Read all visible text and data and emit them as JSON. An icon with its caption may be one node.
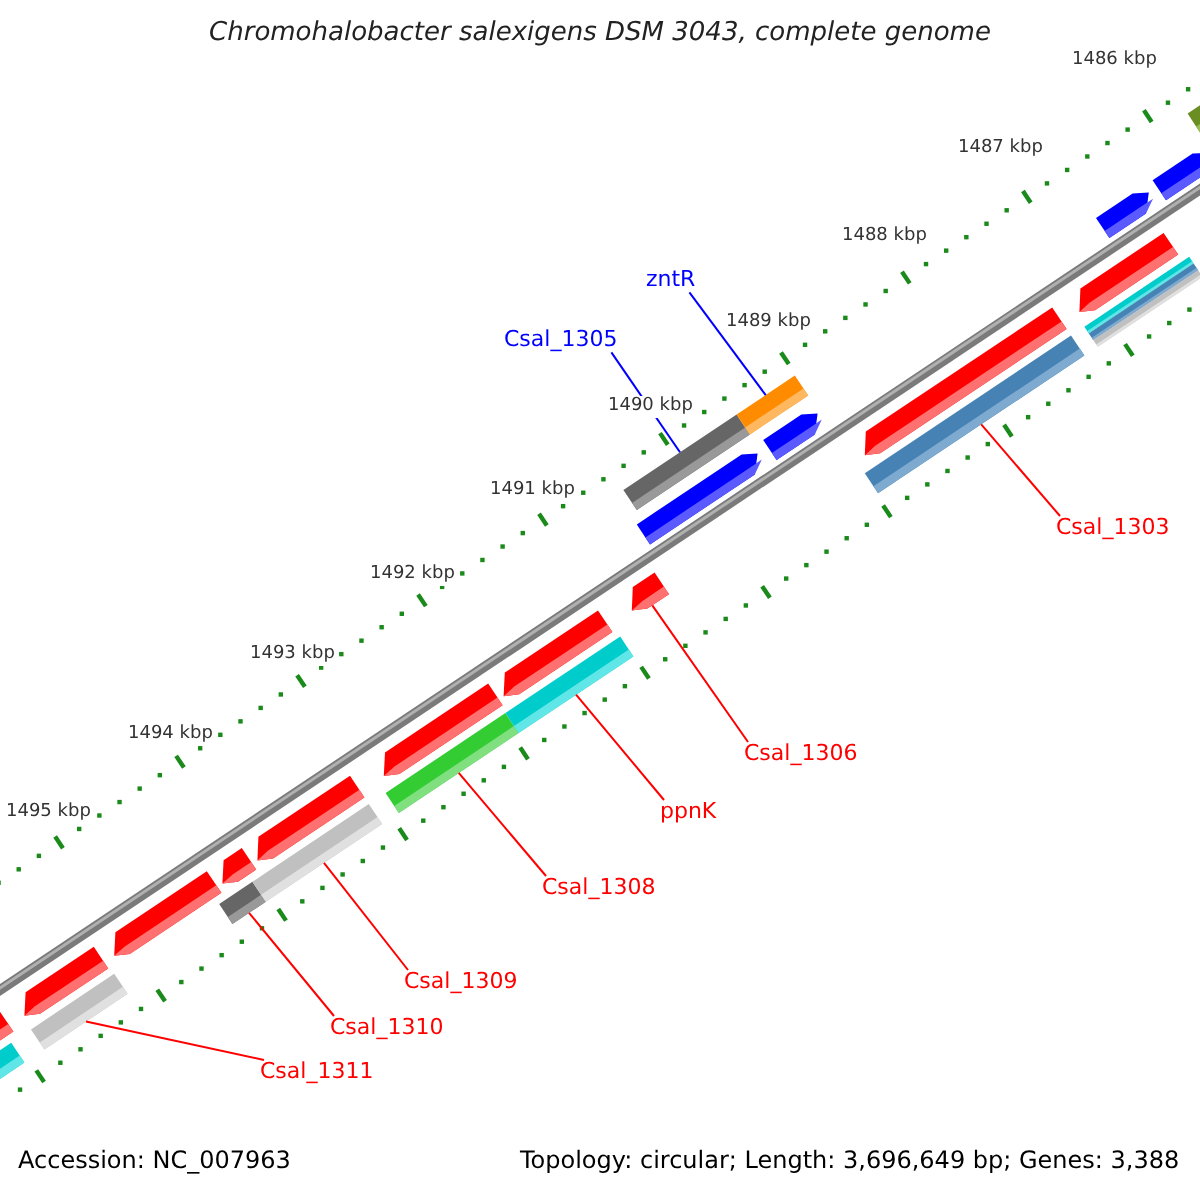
{
  "diagram": {
    "title": "Chromohalobacter salexigens DSM 3043, complete genome",
    "nodes": [
      {
        "text": [
          "zntR"
        ]
      },
      {
        "text": [
          "Csal_1305"
        ]
      },
      {
        "text": [
          "Csal_1303"
        ]
      },
      {
        "text": [
          "Csal_1306"
        ]
      },
      {
        "text": [
          "ppnK"
        ]
      },
      {
        "text": [
          "Csal_1308"
        ]
      },
      {
        "text": [
          "Csal_1309"
        ]
      },
      {
        "text": [
          "Csal_1310"
        ]
      },
      {
        "text": [
          "Csal_1311"
        ]
      },
      {
        "text": [],
        "shape": "arrow"
      },
      {
        "text": [],
        "shape": "bar"
      },
      {
        "text": [],
        "shape": "bar"
      },
      {
        "text": [],
        "shape": "arrow"
      },
      {
        "text": [],
        "shape": "arrow"
      },
      {
        "text": [],
        "shape": "bar"
      },
      {
        "text": [],
        "shape": "arrow"
      },
      {
        "text": [],
        "shape": "bar"
      },
      {
        "text": [],
        "shape": "arrow"
      },
      {
        "text": [],
        "shape": "bar"
      },
      {
        "text": [],
        "shape": "arrow"
      },
      {
        "text": [],
        "shape": "bar"
      },
      {
        "text": [],
        "shape": "arrow"
      },
      {
        "text": [],
        "shape": "arrow"
      },
      {
        "text": [],
        "shape": "arrow"
      },
      {
        "text": [],
        "shape": "bar"
      },
      {
        "text": [],
        "shape": "bar"
      },
      {
        "text": [],
        "shape": "arrow"
      },
      {
        "text": [],
        "shape": "bar"
      },
      {
        "text": [],
        "shape": "arrow"
      },
      {
        "text": [],
        "shape": "bar"
      },
      {
        "text": [],
        "shape": "bar"
      },
      {
        "text": [],
        "shape": "bar"
      },
      {
        "text": [],
        "shape": "arrow"
      },
      {
        "text": [],
        "shape": "arrow"
      },
      {
        "text": [],
        "shape": "arrow"
      },
      {
        "text": [],
        "shape": "bar"
      }
    ],
    "edges": [
      {
        "from": 0,
        "to": 25,
        "arrow": "none",
        "color": "#0000ff"
      },
      {
        "from": 1,
        "to": 24,
        "arrow": "none",
        "color": "#0000ff"
      },
      {
        "from": 2,
        "to": 27,
        "arrow": "none"
      },
      {
        "from": 3,
        "to": 22,
        "arrow": "none"
      },
      {
        "from": 4,
        "to": 20,
        "arrow": "none"
      },
      {
        "from": 5,
        "to": 18,
        "arrow": "none"
      },
      {
        "from": 6,
        "to": 16,
        "arrow": "none"
      },
      {
        "from": 7,
        "to": 14,
        "arrow": "none"
      },
      {
        "from": 8,
        "to": 11,
        "arrow": "none"
      }
    ],
    "labels": [
      "1486 kbp",
      "1487 kbp",
      "1488 kbp",
      "1489 kbp",
      "1490 kbp",
      "1491 kbp",
      "1492 kbp",
      "1493 kbp",
      "1494 kbp",
      "1495 kbp",
      "Accession: NC_007963",
      "Topology: circular; Length: 3,696,649 bp; Genes: 3,388"
    ]
  }
}
